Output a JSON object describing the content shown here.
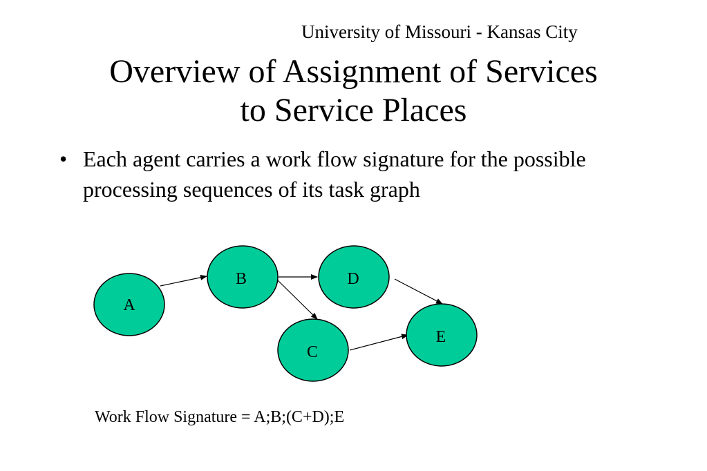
{
  "header": {
    "organization": "University of Missouri - Kansas City"
  },
  "title": {
    "line1": "Overview of Assignment of Services",
    "line2": "to Service Places"
  },
  "bullets": [
    {
      "marker": "•",
      "text": "Each agent carries a work flow signature for the possible processing sequences of its task graph"
    }
  ],
  "task_graph": {
    "node_fill": "#00cc99",
    "node_stroke": "#000000",
    "nodes": [
      {
        "id": "A",
        "label": "A"
      },
      {
        "id": "B",
        "label": "B"
      },
      {
        "id": "C",
        "label": "C"
      },
      {
        "id": "D",
        "label": "D"
      },
      {
        "id": "E",
        "label": "E"
      }
    ],
    "edges": [
      {
        "from": "A",
        "to": "B"
      },
      {
        "from": "B",
        "to": "D"
      },
      {
        "from": "B",
        "to": "C"
      },
      {
        "from": "D",
        "to": "E"
      },
      {
        "from": "C",
        "to": "E"
      }
    ]
  },
  "signature": {
    "text": "Work Flow Signature = A;B;(C+D);E"
  }
}
